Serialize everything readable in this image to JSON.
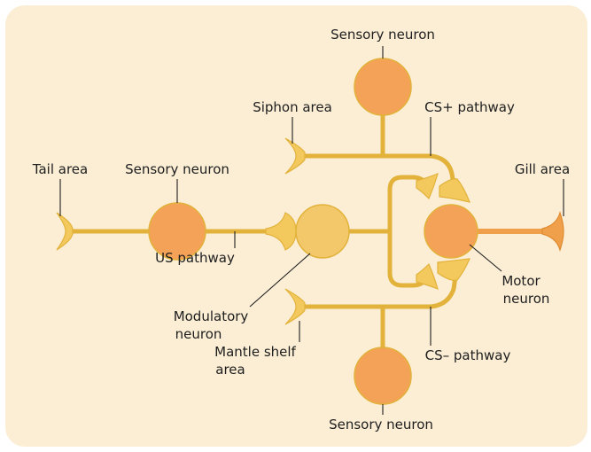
{
  "labels": {
    "sensory_top": "Sensory neuron",
    "siphon_area": "Siphon area",
    "cs_plus": "CS+ pathway",
    "tail_area": "Tail area",
    "sensory_left": "Sensory neuron",
    "gill_area": "Gill area",
    "us_pathway": "US pathway",
    "modulatory_line1": "Modulatory",
    "modulatory_line2": "neuron",
    "motor_line1": "Motor",
    "motor_line2": "neuron",
    "mantle_line1": "Mantle shelf",
    "mantle_line2": "area",
    "cs_minus": "CS– pathway",
    "sensory_bottom": "Sensory neuron"
  },
  "colors": {
    "panel": "#fbeed5",
    "sensory_cell": "#f4a257",
    "modulatory_cell": "#f3c86a",
    "axon": "#f3c95e",
    "axon_stroke": "#e2b23a",
    "text": "#1e1e1e"
  }
}
